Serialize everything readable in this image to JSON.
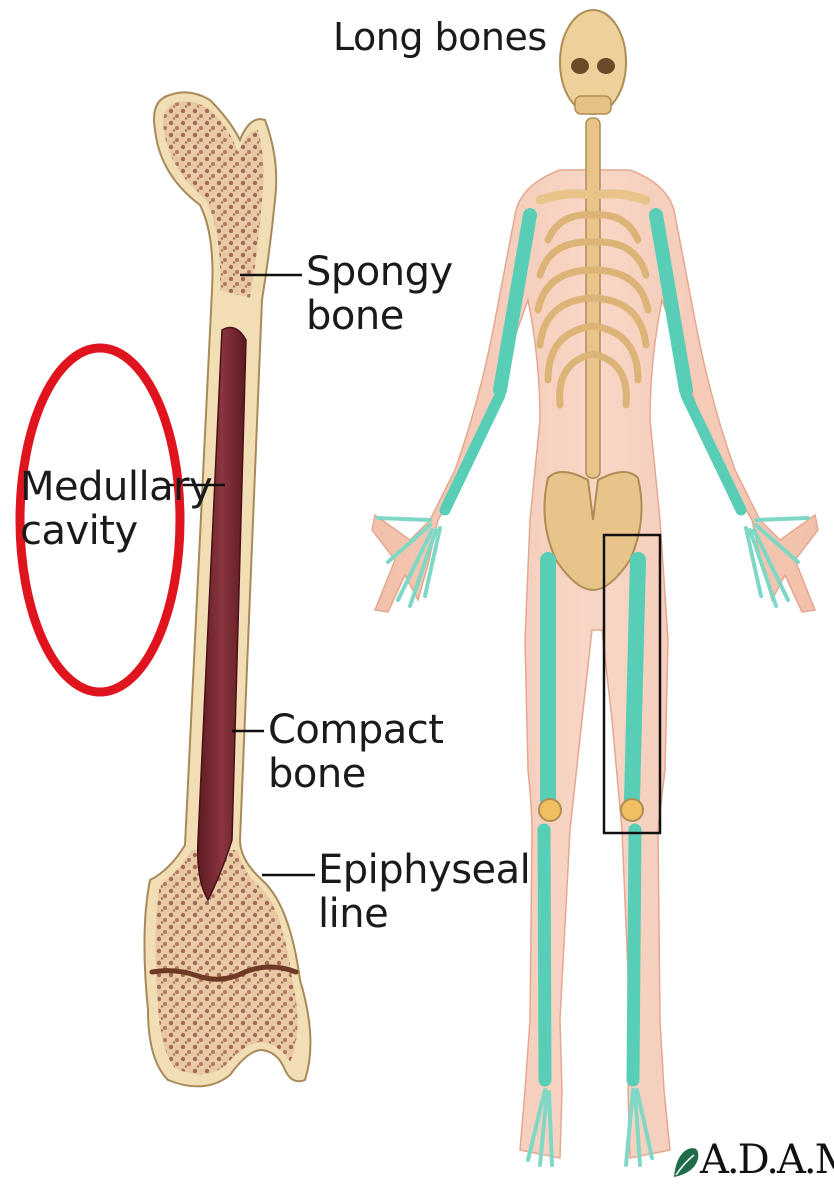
{
  "title": "Long bones",
  "labels": {
    "spongy": "Spongy\nbone",
    "medullary": "Medullary\ncavity",
    "compact": "Compact\nbone",
    "epiphyseal": "Epiphyseal\nline"
  },
  "credit": "A.D.A.M.",
  "colors": {
    "bone_outer": "#f0dcae",
    "spongy_fill": "#e6c49c",
    "spongy_pores": "#8b4a3c",
    "marrow": "#7a2a33",
    "highlight_circle": "#e0141e",
    "skeleton_bone": "#e8c48a",
    "long_bone_highlight": "#58ceb7",
    "body_skin": "#f5c8b4"
  },
  "icons": [
    "adam-leaf-icon"
  ]
}
